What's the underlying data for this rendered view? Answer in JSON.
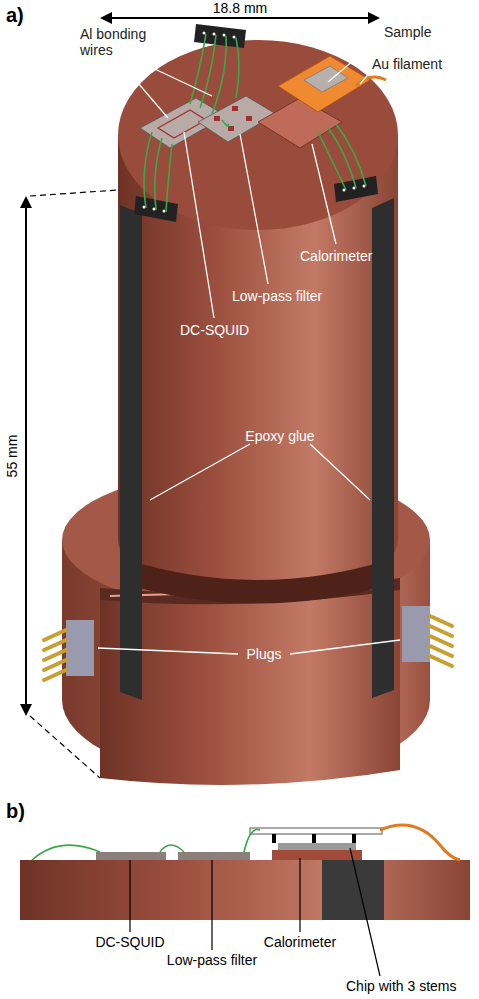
{
  "diagram": {
    "labels": [
      "a)",
      "18.8 mm",
      "Al bonding wires",
      "Sample",
      "Au filament",
      "Calorimeter",
      "Low-pass filter",
      "DC-SQUID",
      "55 mm",
      "Epoxy glue",
      "Plugs",
      "b)",
      "DC-SQUID",
      "Low-pass filter",
      "Calorimeter",
      "Chip with 3 stems"
    ]
  }
}
